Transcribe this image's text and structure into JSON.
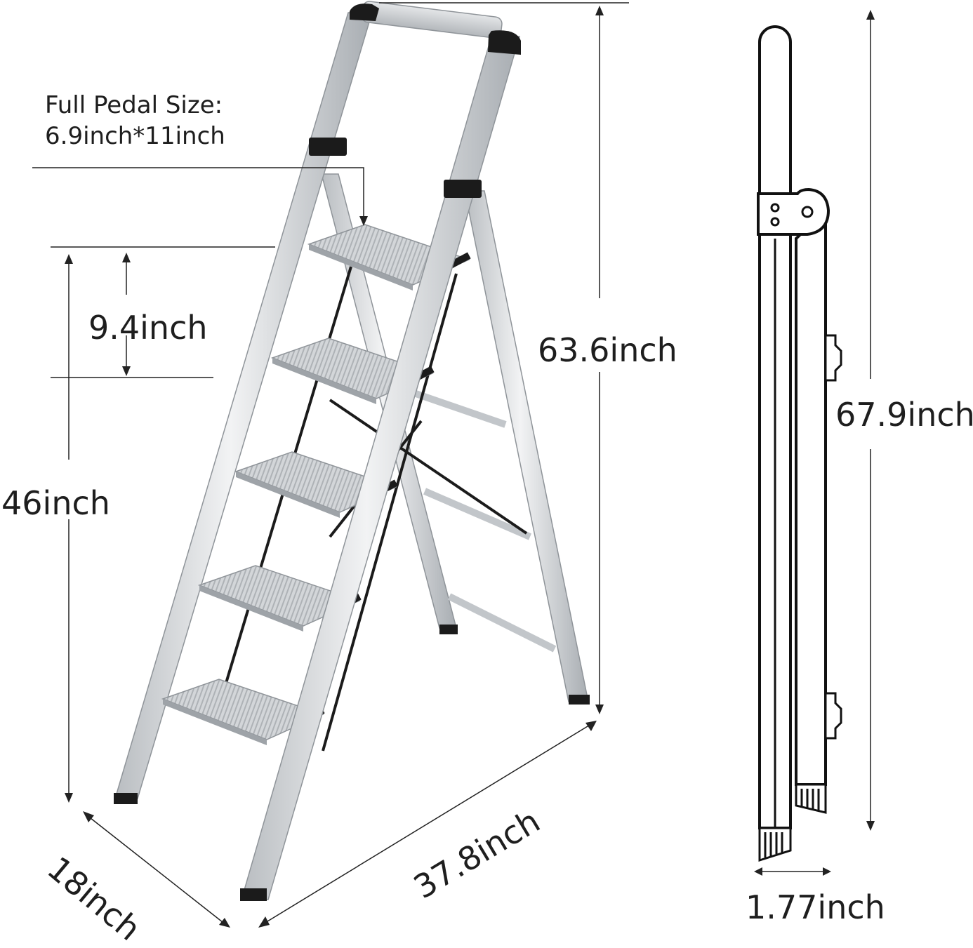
{
  "labels": {
    "pedal_size_title": "Full Pedal Size:",
    "pedal_size_value": "6.9inch*11inch",
    "step_spacing": "9.4inch",
    "open_height": "63.6inch",
    "lowest_to_top_step": "46inch",
    "folded_height": "67.9inch",
    "folded_thickness": "1.77inch",
    "base_depth": "18inch",
    "base_length": "37.8inch"
  },
  "colors": {
    "aluminum": "#cfd3d6",
    "aluminum_dark": "#9ea3a8",
    "caps": "#1b1b1b",
    "lines": "#222222"
  },
  "steps": 5
}
